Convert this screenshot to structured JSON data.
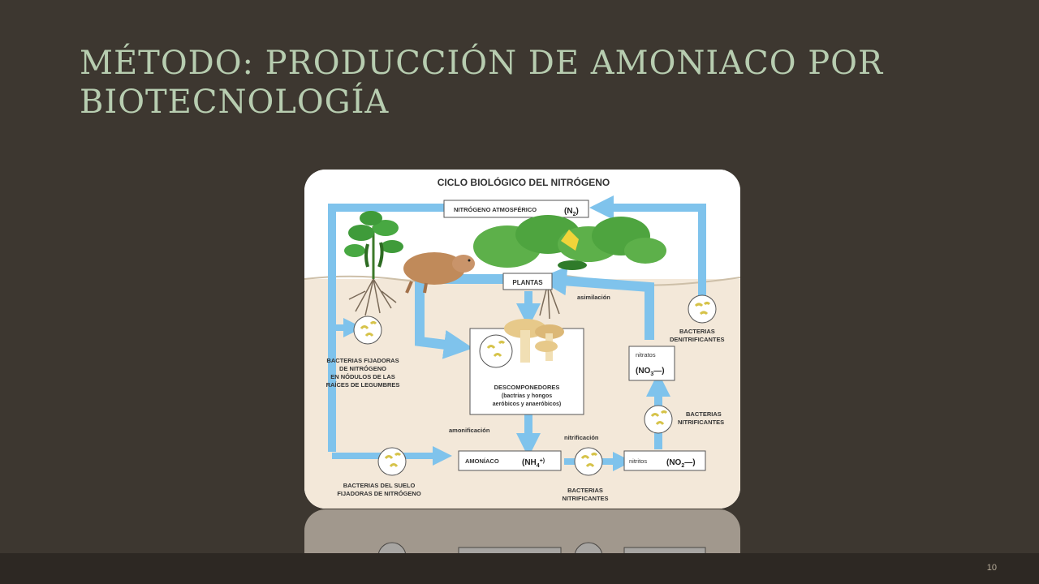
{
  "slide": {
    "title_line1": "MÉTODO: PRODUCCIÓN DE AMONIACO POR",
    "title_line2": "BIOTECNOLOGÍA",
    "page_number": "10"
  },
  "diagram": {
    "title": "CICLO BIOLÓGICO DEL NITRÓGENO",
    "atmospheric": "NITRÓGENO ATMOSFÉRICO",
    "atmospheric_formula": "(N",
    "atmospheric_sub": "2",
    "plants": "PLANTAS",
    "assimilation": "asimilación",
    "nitrates": "nitratos",
    "nitrates_formula": "(NO",
    "nitrates_sub": "3",
    "nitrates_sup": "—)",
    "denitrifying_1": "BACTERIAS",
    "denitrifying_2": "DENITRIFICANTES",
    "fixers_1": "BACTERIAS FIJADORAS",
    "fixers_2": "DE NITRÓGENO",
    "fixers_3": "EN NÓDULOS DE LAS",
    "fixers_4": "RAÍCES DE LEGUMBRES",
    "decomposers_1": "DESCOMPONEDORES",
    "decomposers_2": "(bactrias y hongos",
    "decomposers_3": "aeróbicos y anaeróbicos)",
    "ammonification": "amonificación",
    "nitrification": "nitrificación",
    "nitrifying_right_1": "BACTERIAS",
    "nitrifying_right_2": "NITRIFICANTES",
    "ammonia": "AMONÍACO",
    "ammonia_formula": "(NH",
    "ammonia_sub": "4",
    "ammonia_sup": "+)",
    "nitrites": "nitritos",
    "nitrites_formula": "(NO",
    "nitrites_sub": "2",
    "nitrites_sup": "—)",
    "soil_bacteria_1": "BACTERIAS DEL SUELO",
    "soil_bacteria_2": "FIJADORAS DE NITRÓGENO",
    "nitrifying_bottom_1": "BACTERIAS",
    "nitrifying_bottom_2": "NITRIFICANTES"
  },
  "colors": {
    "background": "#3d3730",
    "title": "#b7cdb0",
    "arrow": "#7fc3ec",
    "soil": "#f3e8d9"
  }
}
